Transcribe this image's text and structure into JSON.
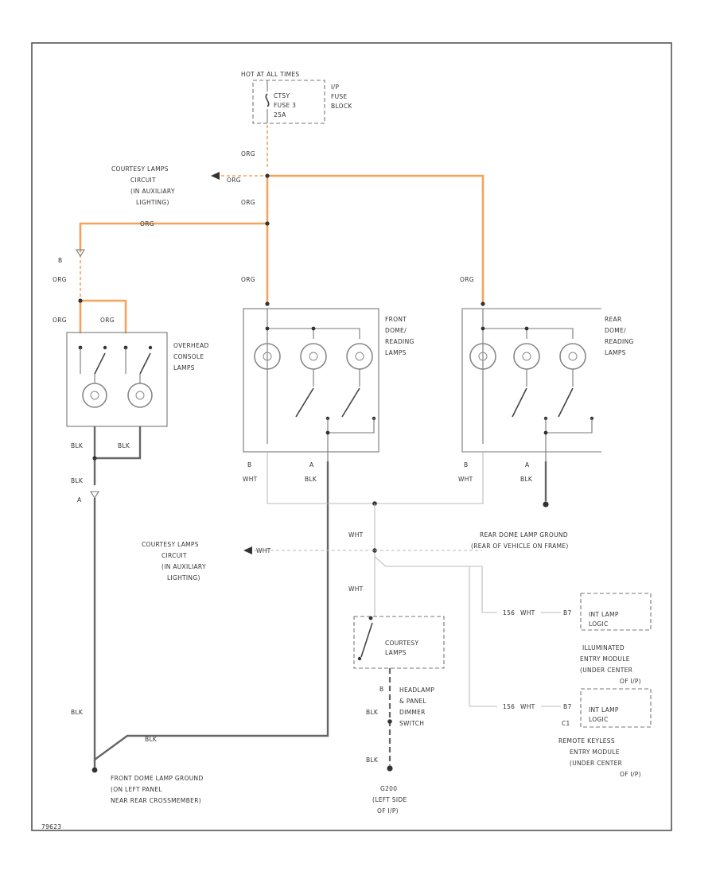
{
  "labels": {
    "hot_at_all_times": "HOT AT ALL TIMES",
    "ctsy_fuse_1": "CTSY",
    "ctsy_fuse_2": "FUSE 3",
    "ctsy_fuse_3": "25A",
    "ip_fuse_block_1": "I/P",
    "ip_fuse_block_2": "FUSE",
    "ip_fuse_block_3": "BLOCK",
    "courtesy_top_1": "COURTESY LAMPS",
    "courtesy_top_2": "CIRCUIT",
    "courtesy_top_3": "(IN AUXILIARY",
    "courtesy_top_4": "LIGHTING)",
    "courtesy_mid_1": "COURTESY LAMPS",
    "courtesy_mid_2": "CIRCUIT",
    "courtesy_mid_3": "(IN AUXILIARY",
    "courtesy_mid_4": "LIGHTING)",
    "overhead_1": "OVERHEAD",
    "overhead_2": "CONSOLE",
    "overhead_3": "LAMPS",
    "front_dome_1": "FRONT",
    "front_dome_2": "DOME/",
    "front_dome_3": "READING",
    "front_dome_4": "LAMPS",
    "rear_dome_1": "REAR",
    "rear_dome_2": "DOME/",
    "rear_dome_3": "READING",
    "rear_dome_4": "LAMPS",
    "rear_ground_1": "REAR DOME LAMP GROUND",
    "rear_ground_2": "(REAR OF VEHICLE ON FRAME)",
    "courtesy_switch_1": "COURTESY",
    "courtesy_switch_2": "LAMPS",
    "headlamp_1": "HEADLAMP",
    "headlamp_2": "& PANEL",
    "headlamp_3": "DIMMER",
    "headlamp_4": "SWITCH",
    "ill_module_1": "ILLUMINATED",
    "ill_module_2": "ENTRY MODULE",
    "ill_module_3": "(UNDER CENTER",
    "ill_module_4": "OF I/P)",
    "rke_module_1": "REMOTE KEYLESS",
    "rke_module_2": "ENTRY MODULE",
    "rke_module_3": "(UNDER CENTER",
    "rke_module_4": "OF I/P)",
    "int_lamp_logic_1a": "INT LAMP",
    "int_lamp_logic_1b": "LOGIC",
    "int_lamp_logic_2a": "INT LAMP",
    "int_lamp_logic_2b": "LOGIC",
    "front_ground_1": "FRONT DOME LAMP GROUND",
    "front_ground_2": "(ON LEFT PANEL",
    "front_ground_3": "NEAR REAR CROSSMEMBER)",
    "g200_1": "G200",
    "g200_2": "(LEFT SIDE",
    "g200_3": "OF I/P)",
    "page_code": "79623"
  },
  "wires": {
    "org": "ORG",
    "blk": "BLK",
    "wht": "WHT",
    "wht_156a": "156",
    "wht_156b": "156",
    "wht_inline_a": "WHT",
    "wht_inline_b": "WHT"
  },
  "pins": {
    "b_top": "B",
    "a_left": "A",
    "b_front": "B",
    "a_front": "A",
    "b_rear": "B",
    "a_rear": "A",
    "b_headlamp": "B",
    "b7_a": "B7",
    "b7_b": "B7",
    "c1": "C1"
  },
  "colors": {
    "org_wire": "#f5a35a",
    "blk_wire": "#666666",
    "wht_wire": "#bbbbbb"
  }
}
